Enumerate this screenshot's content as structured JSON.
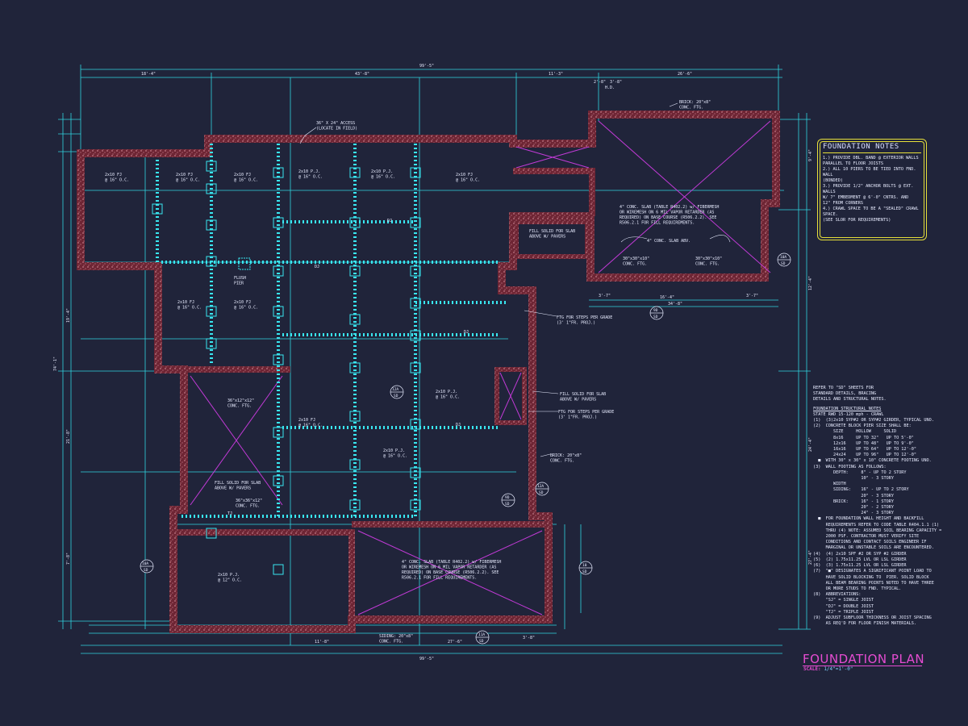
{
  "colors": {
    "background": "#20243a",
    "dimension_line": "#2fd6e0",
    "wall": "#7a2a3a",
    "wall_speckle": "#d98c9a",
    "beam": "#39e6f0",
    "slab_x": "#c13ad6",
    "notes_border": "#e7e03a",
    "title": "#e64cd2",
    "text": "#e8ecff"
  },
  "dimensions": {
    "overall_top": "99'-5\"",
    "overall_bottom": "99'-5\"",
    "top_segments": [
      "18'-4\"",
      "43'-8\"",
      "11'-3\"",
      "26'-6\""
    ],
    "top_small": [
      "2'-8\"",
      "3'-8\""
    ],
    "left_overall": "74'-1\"",
    "left_segments": [
      "19'-4\"",
      "21'-8\"",
      "7'-8\""
    ],
    "right_segments": [
      "9'-4\"",
      "12'-4\"",
      "24'-4\"",
      "27'-4\""
    ],
    "bottom_segments": [
      "11'-8\"",
      "27'-6\"",
      "3'-8\""
    ],
    "mid": [
      "16'-4\"",
      "34'-8\"",
      "3'-7\"",
      "3'-7\""
    ]
  },
  "labels": {
    "access": "36\" X 24\" ACCESS\n(LOCATE IN FIELD)",
    "brick_top": "BRICK: 20\"x8\"\nCONC. FTG.",
    "slab_garage": "4\" CONC. SLAB (TABLE R402.2) w/ FIBERMESH\nOR WIREMESH ON 6 MIL VAPOR RETARDER (AS\nREQUIRED) ON BASE COURSE (R506.2.2). SEE\nR506.2.1 FOR FILL REQUIREMENTS.",
    "slab_abv": "4\" CONC. SLAB ABV.",
    "ftg_left": "30\"x30\"x10\"\nCONC. FTG.",
    "ftg_right": "30\"x30\"x10\"\nCONC. FTG.",
    "fill_solid_top": "FILL SOLID FOR SLAB\nABOVE W/ PAVERS",
    "ftg_steps": "FTG FOR STEPS PER GRADE\n(3' 1\"FR. PROJ.)",
    "flush_pier": "FLUSH\nPIER",
    "fill_solid_mid": "FILL SOLID FOR SLAB\nABOVE W/ PAVERS",
    "ftg_steps_mid": "FTG FOR STEPS PER GRADE\n(3' 1\"FR. PROJ.)",
    "brick_mid": "BRICK: 20\"x8\"\nCONC. FTG.",
    "fill_solid_left": "FILL SOLID FOR SLAB\nABOVE W/ PAVERS",
    "ftg_36_a": "36\"x12\"x12\"\nCONC. FTG.",
    "ftg_36_b": "36\"x36\"x12\"\nCONC. FTG.",
    "slab_bottom": "4\" CONC. SLAB (TABLE R402.2) w/ FIBERMESH\nOR WIREMESH ON 6 MIL VAPOR RETARDER (AS\nREQUIRED) ON BASE COURSE (R506.2.2). SEE\nR506.2.1 FOR FILL REQUIREMENTS.",
    "brick_bottom": "SIDING: 20\"x8\"\nCONC. FTG.",
    "joist_a": "2x10 FJ\n@ 16\" O.C.",
    "joist_b": "2x10 P.J.\n@ 16\" O.C.",
    "joist_c": "2x10 P.J.\n@ 12\" O.C.",
    "dj": "DJ",
    "tj": "TJ",
    "hd": "H.D."
  },
  "section_markers": [
    {
      "num": "10A",
      "sheet": "SD"
    },
    {
      "num": "12A",
      "sheet": "SD"
    },
    {
      "num": "9D",
      "sheet": "SD"
    },
    {
      "num": "10A",
      "sheet": "SD"
    },
    {
      "num": "11A",
      "sheet": "SD"
    },
    {
      "num": "10",
      "sheet": "SD"
    },
    {
      "num": "12A",
      "sheet": "SD"
    },
    {
      "num": "9D",
      "sheet": "SD"
    }
  ],
  "foundation_notes": {
    "title": "FOUNDATION NOTES",
    "items": [
      "1.) PROVIDE DBL. BAND @ EXTERIOR WALLS",
      "    PARALLEL TO FLOOR JOISTS",
      "2.) ALL 10 PIERS TO BE TIED INTO FND. WALL",
      "    (BONDED)",
      "3.) PROVIDE 1/2\" ANCHOR BOLTS @ EXT. WALLS",
      "    W/ 7\" EMBEDMENT @ 6'-0\" CNTRS. AND",
      "    12\" FROM CORNERS",
      "4.) CRAWL SPACE TO BE A \"SEALED\" CRAWL SPACE.",
      "    (SEE SLOR FOR REQUIREMENTS)"
    ]
  },
  "structural_notes": {
    "refer": "REFER TO \"SD\" SHEETS FOR\nSTANDARD DETAILS, BRACING\nDETAILS AND STRUCTURAL NOTES.",
    "title": "FOUNDATION STRUCTURAL NOTES",
    "subtitle": "STATE RWD 15-120 mph - CRAWL",
    "lines": [
      "(1)  (3)2x10 SYP#2 OR SYP#2 GIRDER, TYPICAL UNO.",
      "(2)  CONCRETE BLOCK PIER SIZE SHALL BE:",
      "        SIZE     HOLLOW     SOLID",
      "        8x16     UP TO 32\"   UP TO 5'-0\"",
      "        12x16    UP TO 48\"   UP TO 9'-0\"",
      "        16x16    UP TO 64\"   UP TO 12'-0\"",
      "        24x24    UP TO 96\"   UP TO 12'-0\"",
      "  ■  WITH 30\" x 30\" x 10\" CONCRETE FOOTING UNO.",
      "(3)  WALL FOOTING AS FOLLOWS:",
      "        DEPTH:     8\" - UP TO 2 STORY",
      "                   10\" - 3 STORY",
      "        WIDTH",
      "        SIDING:    16\" - UP TO 2 STORY",
      "                   20\" - 3 STORY",
      "        BRICK:     16\" - 1 STORY",
      "                   20\" - 2 STORY",
      "                   24\" - 3 STORY",
      "  ■  FOR FOUNDATION WALL HEIGHT AND BACKFILL",
      "     REQUIREMENTS REFER TO CODE TABLE R404.1.1 (1)",
      "     THRU (4) NOTE: ASSUMED SOIL BEARING CAPACITY =",
      "     2000 PSF. CONTRACTOR MUST VERIFY SITE",
      "     CONDITIONS AND CONTACT SOILS ENGINEER IF",
      "     MARGINAL OR UNSTABLE SOILS ARE ENCOUNTERED.",
      "(4)  (4) 2x10 SPF #2 OR SYP #2 GIRDER",
      "(5)  (2) 1.75x11.25 LVL OR LSL GIRDER",
      "(6)  (3) 1.75x11.25 LVL OR LSL GIRDER",
      "(7)  \"■\" DESIGNATES A SIGNIFICANT POINT LOAD TO",
      "     HAVE SOLID BLOCKING TO  PIER. SOLID BLOCK",
      "     ALL BEAM BEARING POINTS NOTED TO HAVE THREE",
      "     OR MORE STUDS TO FND. TYPICAL.",
      "(8)  ABBREVIATIONS:",
      "     \"SJ\" = SINGLE JOIST",
      "     \"DJ\" = DOUBLE JOIST",
      "     \"TJ\" = TRIPLE JOIST",
      "(9)  ADJUST SUBFLOOR THICKNESS OR JOIST SPACING",
      "     AS REQ'D FOR FLOOR FINISH MATERIALS."
    ]
  },
  "title_block": {
    "title": "FOUNDATION PLAN",
    "scale_label": "SCALE:",
    "scale_value": "1/4\"=1'-0\""
  }
}
